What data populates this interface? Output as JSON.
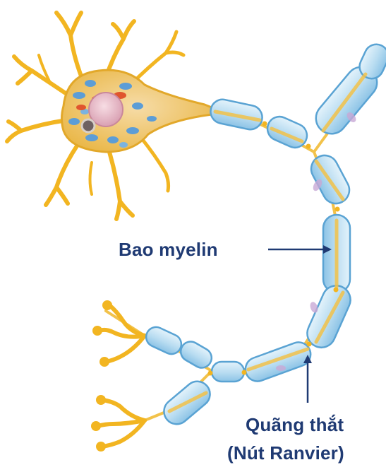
{
  "labels": {
    "myelin_sheath": "Bao myelin",
    "node_line1": "Quãng thắt",
    "node_line2": "(Nút Ranvier)"
  },
  "colors": {
    "dendrite": "#f2b521",
    "myelin_fill": "#bfe1f4",
    "myelin_stroke": "#5aa3d3",
    "axon_core": "#f2c24a",
    "nucleus": "#e9b9c6",
    "label_text": "#1f3a73"
  },
  "icons": {
    "arrow_to_myelin": "arrow-right-icon",
    "arrow_to_node": "arrow-up-icon"
  }
}
